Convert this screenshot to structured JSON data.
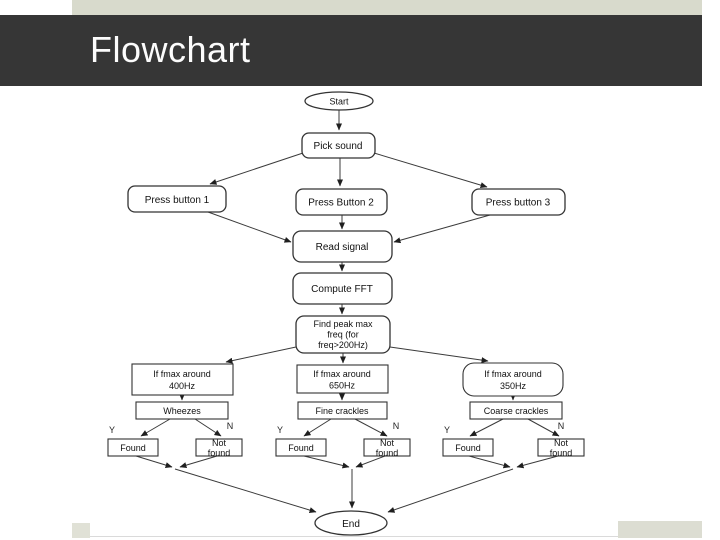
{
  "slide": {
    "title": "Flowchart",
    "colors": {
      "title_bar_bg": "#363636",
      "title_text": "#fcfcfc",
      "accent_strip": "#d8dacc",
      "diagram_line": "#3b3b3b",
      "node_fill": "#ffffff"
    }
  },
  "flowchart": {
    "nodes": {
      "start": {
        "label": "Start"
      },
      "pick_sound": {
        "label": "Pick sound"
      },
      "press_button_1": {
        "label": "Press button 1"
      },
      "press_button_2": {
        "label": "Press Button 2"
      },
      "press_button_3": {
        "label": "Press button 3"
      },
      "read_signal": {
        "label": "Read signal"
      },
      "compute_fft": {
        "label": "Compute FFT"
      },
      "find_peak": {
        "lines": [
          "Find peak max",
          "freq (for",
          "freq>200Hz)"
        ]
      },
      "if_400": {
        "lines": [
          "If fmax around",
          "400Hz"
        ]
      },
      "if_650": {
        "lines": [
          "If fmax around",
          "650Hz"
        ]
      },
      "if_350": {
        "lines": [
          "If fmax around",
          "350Hz"
        ]
      },
      "wheezes": {
        "label": "Wheezes"
      },
      "fine_crackles": {
        "label": "Fine crackles"
      },
      "coarse_crackles": {
        "label": "Coarse crackles"
      },
      "end": {
        "label": "End"
      }
    },
    "result_labels": {
      "found": "Found",
      "not_found_lines": [
        "Not",
        "found"
      ]
    },
    "branch_labels": {
      "yes": "Y",
      "no": "N"
    }
  }
}
